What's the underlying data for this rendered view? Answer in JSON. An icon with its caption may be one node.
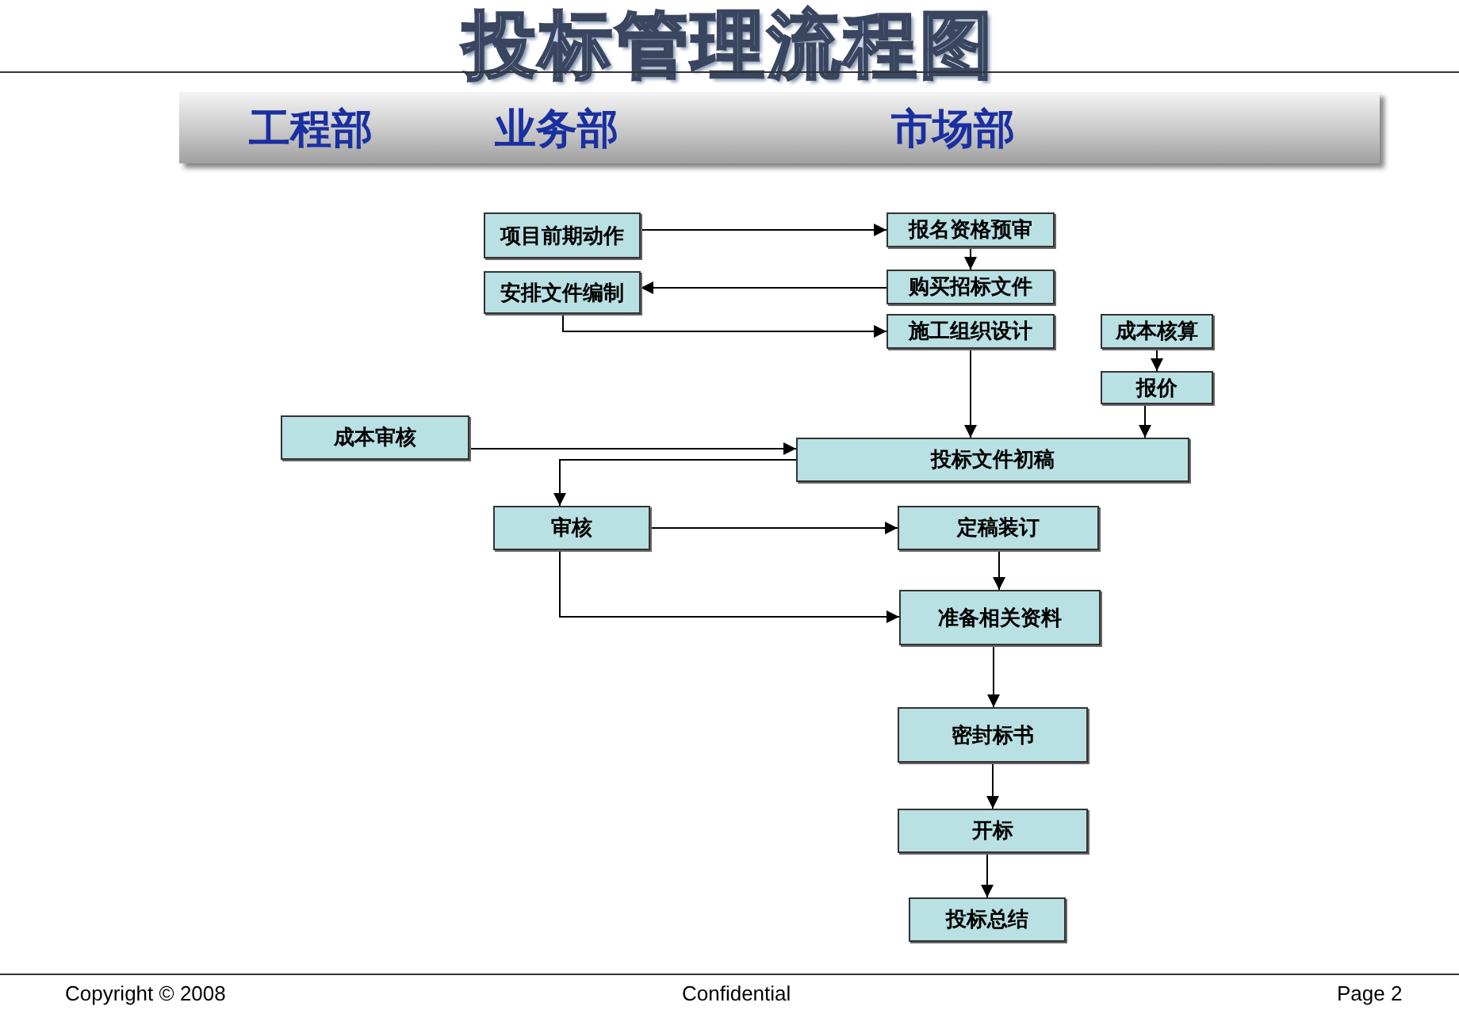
{
  "diagram": {
    "title": "投标管理流程图",
    "nodes": [
      {
        "text": [
          "项目前期动作"
        ]
      },
      {
        "text": [
          "报名资格预审"
        ]
      },
      {
        "text": [
          "安排文件编制"
        ]
      },
      {
        "text": [
          "购买招标文件"
        ]
      },
      {
        "text": [
          "施工组织设计"
        ]
      },
      {
        "text": [
          "成本核算"
        ]
      },
      {
        "text": [
          "报价"
        ]
      },
      {
        "text": [
          "成本审核"
        ]
      },
      {
        "text": [
          "投标文件初稿"
        ]
      },
      {
        "text": [
          "审核"
        ]
      },
      {
        "text": [
          "定稿装订"
        ]
      },
      {
        "text": [
          "准备相关资料"
        ]
      },
      {
        "text": [
          "密封标书"
        ]
      },
      {
        "text": [
          "开标"
        ]
      },
      {
        "text": [
          "投标总结"
        ]
      }
    ],
    "edges": [
      {
        "from": 0,
        "to": 1,
        "arrow": "to"
      },
      {
        "from": 1,
        "to": 3,
        "arrow": "to"
      },
      {
        "from": 3,
        "to": 2,
        "arrow": "to"
      },
      {
        "from": 2,
        "to": 4,
        "arrow": "to"
      },
      {
        "from": 4,
        "to": 8,
        "arrow": "to"
      },
      {
        "from": 5,
        "to": 6,
        "arrow": "to"
      },
      {
        "from": 6,
        "to": 8,
        "arrow": "to"
      },
      {
        "from": 7,
        "to": 8,
        "arrow": "to"
      },
      {
        "from": 8,
        "to": 9,
        "arrow": "to"
      },
      {
        "from": 9,
        "to": 10,
        "arrow": "to"
      },
      {
        "from": 10,
        "to": 11,
        "arrow": "to"
      },
      {
        "from": 9,
        "to": 11,
        "arrow": "to"
      },
      {
        "from": 11,
        "to": 12,
        "arrow": "to"
      },
      {
        "from": 12,
        "to": 13,
        "arrow": "to"
      },
      {
        "from": 13,
        "to": 14,
        "arrow": "to"
      }
    ],
    "labels": [
      "工程部",
      "业务部",
      "市场部",
      "Copyright © 2008",
      "Confidential",
      "Page 2"
    ]
  }
}
